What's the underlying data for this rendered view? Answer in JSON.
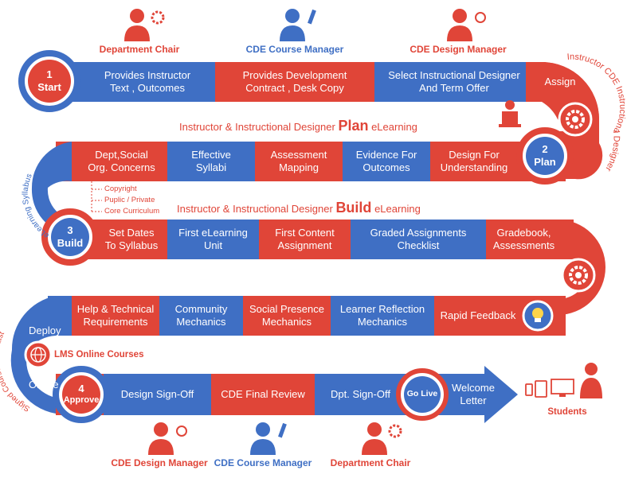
{
  "roles_top": [
    {
      "label": "Department Chair",
      "color": "red"
    },
    {
      "label": "CDE Course Manager",
      "color": "blue"
    },
    {
      "label": "CDE Design Manager",
      "color": "red"
    }
  ],
  "roles_bottom": [
    {
      "label": "CDE Design Manager",
      "color": "red"
    },
    {
      "label": "CDE Course Manager",
      "color": "blue"
    },
    {
      "label": "Department Chair",
      "color": "red"
    }
  ],
  "row1": {
    "start_number": "1",
    "start_label": "Start",
    "segments": [
      "Provides Instructor\nText , Outcomes",
      "Provides Development\nContract , Desk Copy",
      "Select Instructional Designer\nAnd Term Offer",
      "Assign"
    ]
  },
  "curve_right_1_text": "Instructor  CDE Instructional Designer",
  "plan_header": {
    "prefix": "Instructor  &  Instructional Designer",
    "bold": "Plan",
    "suffix": "eLearning"
  },
  "row2": {
    "plan_number": "2",
    "plan_label": "Plan",
    "segments": [
      "Dept,Social\nOrg. Concerns",
      "Effective\nSyllabi",
      "Assessment\nMapping",
      "Evidence For\nOutcomes",
      "Design For\nUnderstanding"
    ]
  },
  "curve_left_1_text": "eLearning Syllabus",
  "syllabus_items": [
    "Copyright",
    "Puplic / Private",
    "Core Curriculum"
  ],
  "build_header": {
    "prefix": "Instructor  &  Instructional Designer",
    "bold": "Build",
    "suffix": "eLearning"
  },
  "row3": {
    "build_number": "3",
    "build_label": "Build",
    "segments": [
      "Set Dates\nTo Syllabus",
      "First eLearning\nUnit",
      "First Content\nAssignment",
      "Graded Assignments\nChecklist",
      "Gradebook,\nAssessments"
    ]
  },
  "row4": {
    "segments": [
      "Help & Technical\nRequirements",
      "Community\nMechanics",
      "Social Presence\nMechanics",
      "Learner Reflection\nMechanics",
      "Rapid Feedback"
    ]
  },
  "curve_left_2_text": "Signed Course Checklist",
  "deploy_label": "Deploy",
  "lms_label": "LMS Online Courses",
  "online_label": "Online",
  "row5": {
    "approve_number": "4",
    "approve_label": "Approve",
    "segments": [
      "Design Sign-Off",
      "CDE Final Review",
      "Dpt. Sign-Off"
    ],
    "go_live": "Go Live",
    "arrow_text": "Welcome\nLetter"
  },
  "students_label": "Students",
  "colors": {
    "red": "#e04538",
    "blue": "#3f6fc4",
    "red_light": "#ea6a5f",
    "blue_light": "#5a86d3"
  }
}
